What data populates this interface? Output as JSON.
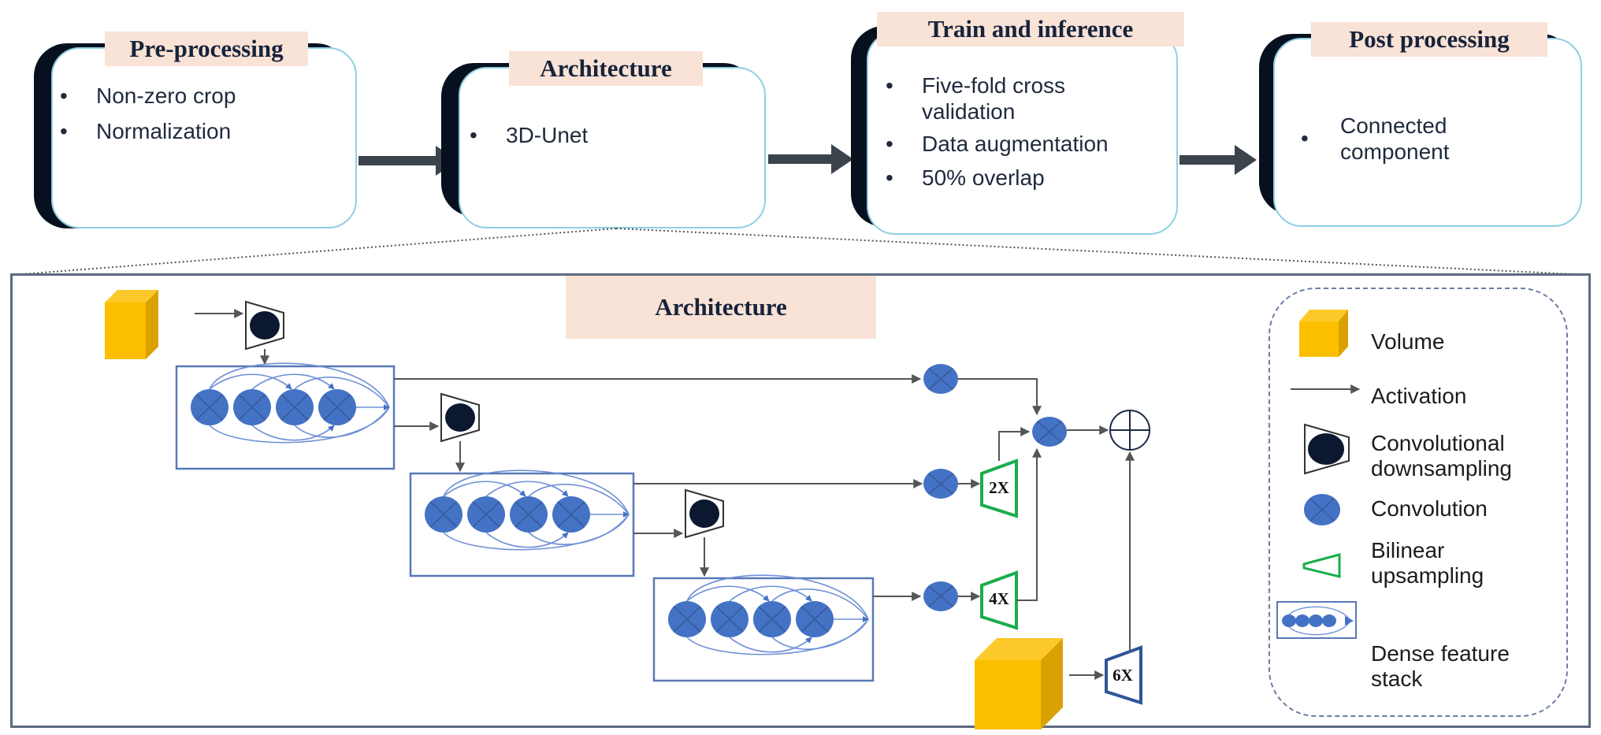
{
  "pipeline": {
    "stages": [
      {
        "title": "Pre-processing",
        "items": [
          "Non-zero crop",
          "Normalization"
        ]
      },
      {
        "title": "Architecture",
        "items": [
          "3D-Unet"
        ]
      },
      {
        "title": "Train and inference",
        "items": [
          "Five-fold cross validation",
          "Data augmentation",
          "50% overlap"
        ]
      },
      {
        "title": "Post processing",
        "items": [
          "Connected component"
        ]
      }
    ],
    "bullet": "•"
  },
  "architecture": {
    "title": "Architecture",
    "upsample_labels": {
      "two": "2X",
      "four": "4X",
      "six": "6X"
    },
    "dense_stacks": 3,
    "convs_per_stack": 4
  },
  "legend": {
    "items": [
      {
        "icon": "volume-cube-icon",
        "label": "Volume"
      },
      {
        "icon": "activation-arrow-icon",
        "label": "Activation"
      },
      {
        "icon": "conv-downsampling-icon",
        "label_line1": "Convolutional",
        "label_line2": "downsampling"
      },
      {
        "icon": "convolution-icon",
        "label": "Convolution"
      },
      {
        "icon": "bilinear-upsampling-icon",
        "label_line1": "Bilinear",
        "label_line2": "upsampling"
      },
      {
        "icon": "dense-feature-stack-icon",
        "label_line1": "Dense feature",
        "label_line2": "stack"
      }
    ]
  },
  "colors": {
    "card_back": "#06101f",
    "card_border": "#8fd0e2",
    "title_bg": "#f9e2d6",
    "volume": "#fcbf00",
    "volume_side": "#d9a200",
    "conv": "#4472c4",
    "upsample_green": "#1aad4b",
    "upsample_blue": "#2f5597",
    "arrow": "#555555"
  }
}
